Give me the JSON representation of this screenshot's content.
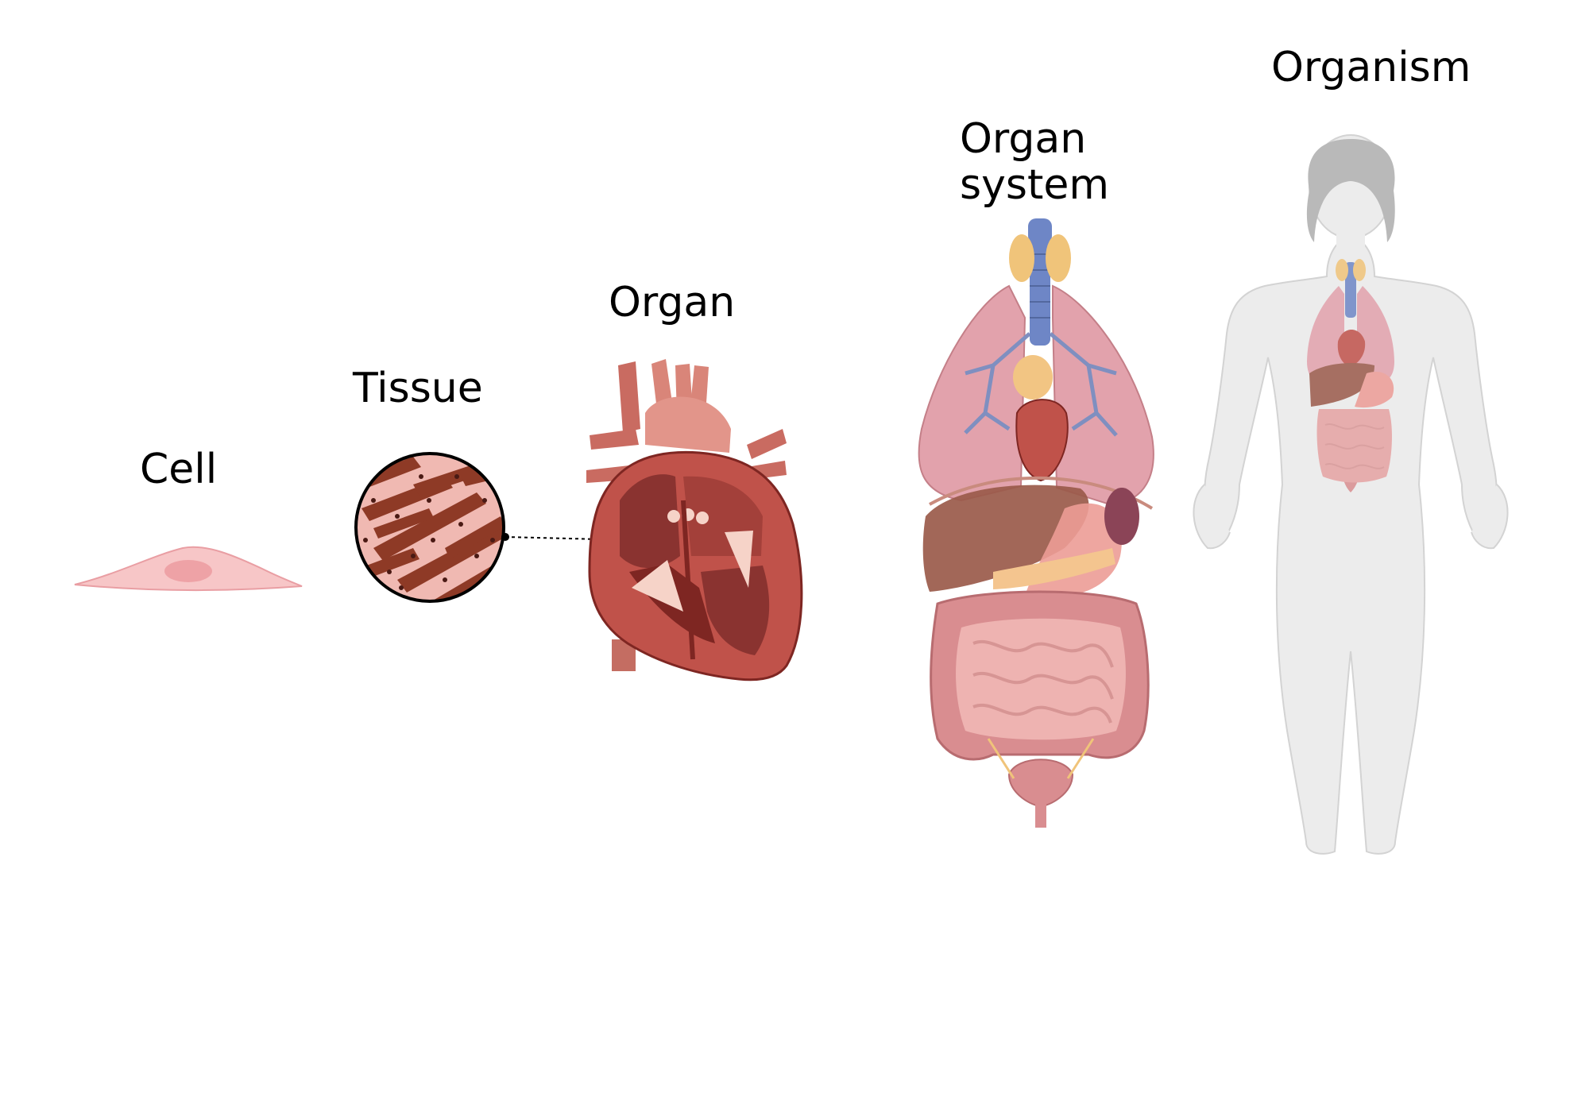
{
  "labels": {
    "cell": "Cell",
    "tissue": "Tissue",
    "organ": "Organ",
    "organ_system_line1": "Organ",
    "organ_system_line2": "system",
    "organism": "Organism"
  },
  "colors": {
    "cell_fill": "#f7c6c7",
    "cell_nucleus": "#eea2a6",
    "tissue_bg": "#f0b9b2",
    "tissue_fiber": "#8e3a26",
    "heart_wall": "#c0524a",
    "heart_dark": "#7e2622",
    "lung": "#e2a2ac",
    "bronchi": "#7f8fc0",
    "trachea": "#6e86c6",
    "thyroid": "#f0c47a",
    "liver": "#9a5a4a",
    "intestine": "#e6a3a3",
    "body": "#eeeeee",
    "hair": "#b9b9b9"
  },
  "icons": [
    "cell-icon",
    "tissue-magnifier-icon",
    "heart-icon",
    "organ-system-icon",
    "human-body-icon"
  ]
}
